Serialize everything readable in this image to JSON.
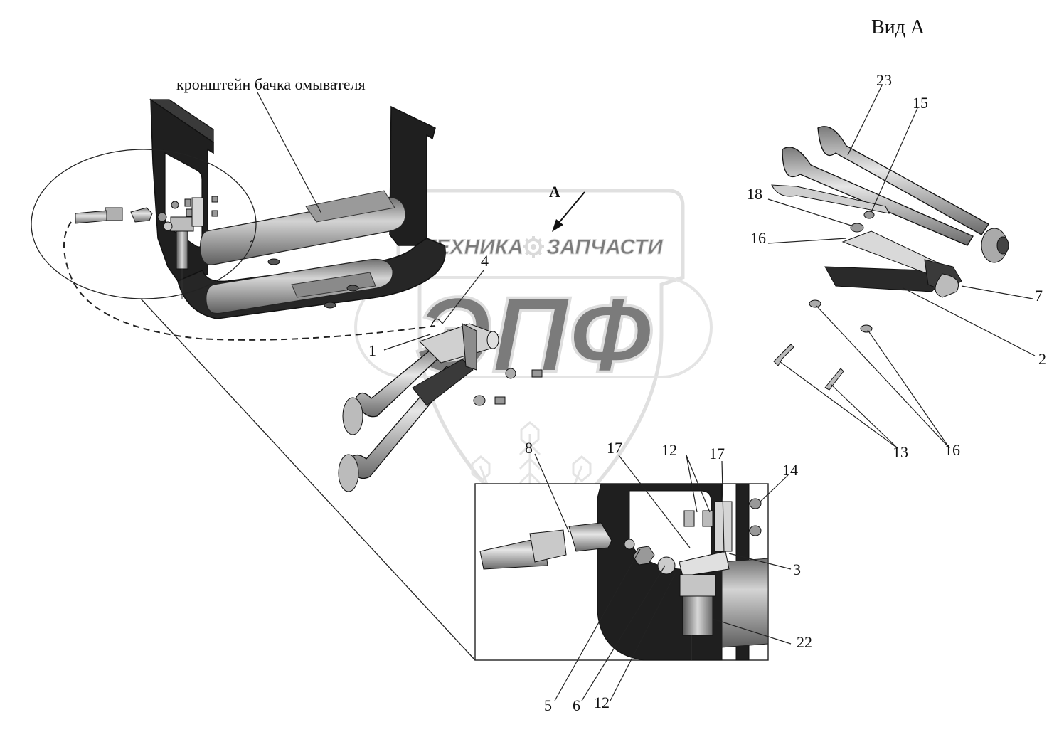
{
  "title": "Вид А",
  "bracket_label": "кронштейн бачка омывателя",
  "view_arrow_label": "А",
  "watermark": {
    "brand_left": "ТЕХНИКА",
    "brand_right": "ЗАПЧАСТИ",
    "logo": "ЭПФ"
  },
  "callouts": {
    "c23": "23",
    "c15": "15",
    "c18": "18",
    "c16a": "16",
    "c7": "7",
    "c2": "2",
    "c13": "13",
    "c16b": "16",
    "c4": "4",
    "c1": "1",
    "c8": "8",
    "c17a": "17",
    "c12a": "12",
    "c17b": "17",
    "c14": "14",
    "c3": "3",
    "c22": "22",
    "c5": "5",
    "c6": "6",
    "c12b": "12"
  },
  "colors": {
    "ink": "#111111",
    "bracket_dark": "#1e1e1e",
    "tube_gray": "#8f8f8f",
    "tube_light": "#c9c9c9",
    "watermark": "#d6d6d6"
  },
  "icons": [
    "gear-icon",
    "wheat-icon"
  ]
}
